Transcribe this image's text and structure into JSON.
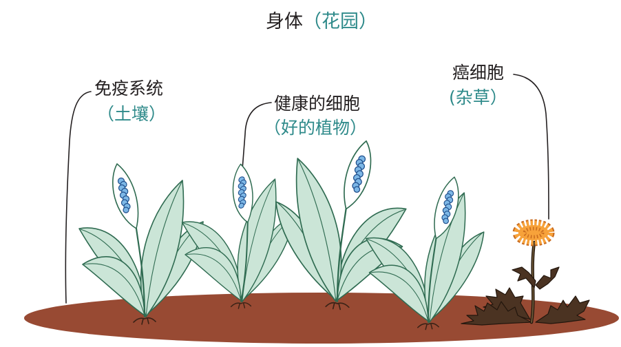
{
  "title": {
    "main": "身体",
    "paren": "（花园）"
  },
  "labels": {
    "immune_system": {
      "text": "免疫系统",
      "analogy": "（土壤）"
    },
    "healthy_cells": {
      "text": "健康的细胞",
      "analogy": "（好的植物）"
    },
    "cancer_cells": {
      "text": "癌细胞",
      "analogy": "(杂草）"
    }
  },
  "colors": {
    "text": "#231f20",
    "accent": "#2e8a8a",
    "soil": "#984a33",
    "leaf": "#cbe5d7",
    "leaf_outline": "#2f6b51",
    "spadix": "#7db7e6",
    "spadix_outline": "#1f4e8b",
    "flower": "#f7a23a",
    "flower_outline": "#c86a1e",
    "weed_leaf": "#4b3322",
    "weed_outline": "#22160d",
    "line": "#231f20"
  }
}
